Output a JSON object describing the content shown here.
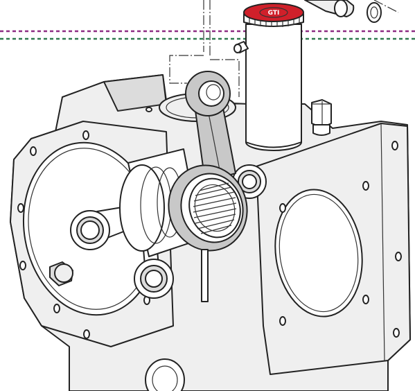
{
  "diagram": {
    "kind": "exploded-assembly-illustration",
    "colors": {
      "background": "#ffffff",
      "housing": "#efefef",
      "housing_shade": "#dcdcdc",
      "highlight_part": "#c8c8c8",
      "outline": "#222222",
      "guide_line_magenta": "#8e2d83",
      "guide_line_green": "#2f7a4f",
      "cap_red": "#d0202a"
    },
    "parts": [
      "gear-housing",
      "bearing-cylinder",
      "knurled-cap",
      "connecting-rod-upper",
      "connecting-rod-lower",
      "needle-roller-bearing",
      "guide-pin",
      "hex-plug",
      "cylindrical-dowel",
      "retaining-ring"
    ],
    "cap_logo": {
      "letters": "GTI"
    }
  }
}
